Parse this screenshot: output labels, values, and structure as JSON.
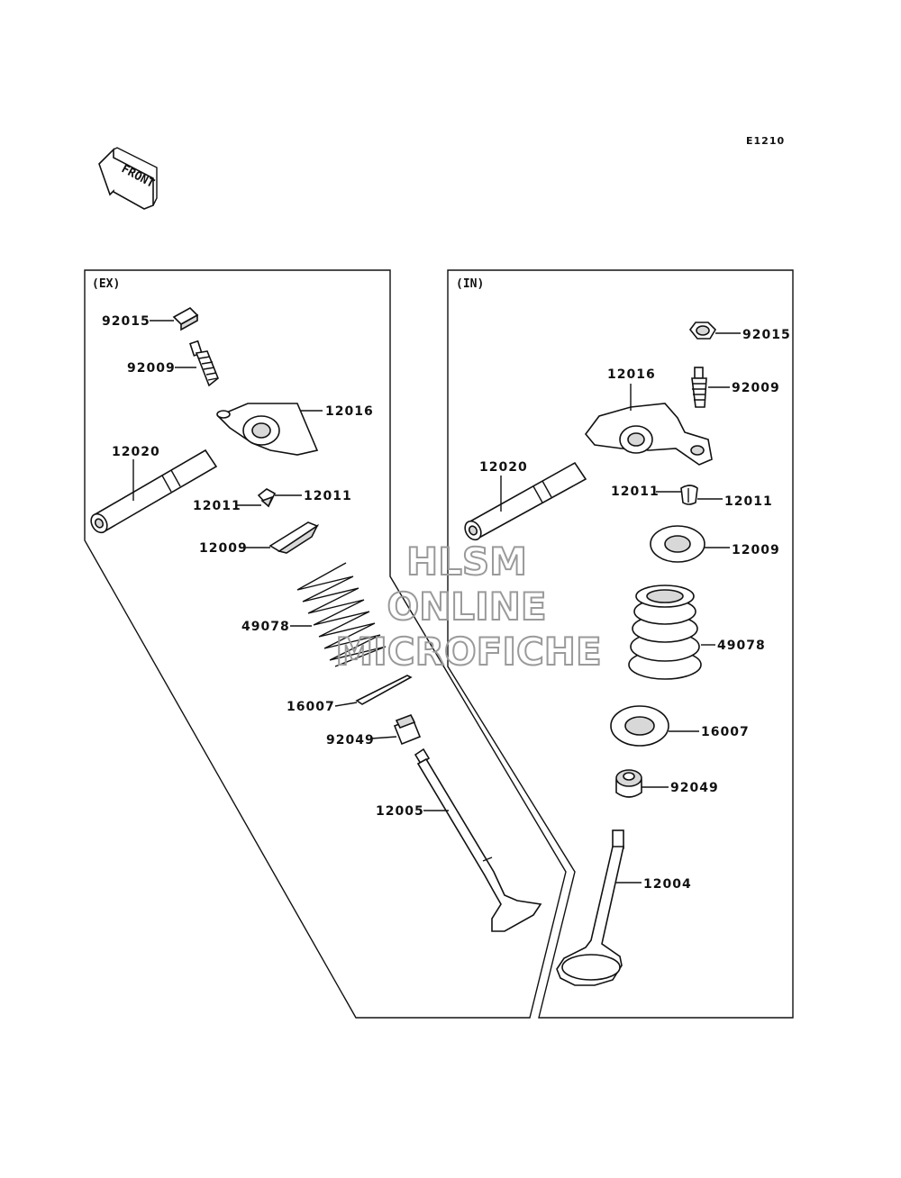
{
  "diagram_code": "E1210",
  "front_label": "FRONT",
  "sections": {
    "exhaust": {
      "label": "(EX)",
      "parts": {
        "nut": "92015",
        "adjuster_screw": "92009",
        "rocker_arm": "12016",
        "rocker_shaft": "12020",
        "cotter_left": "12011",
        "cotter_right": "12011",
        "retainer": "12009",
        "spring": "49078",
        "spring_seat": "16007",
        "stem_seal": "92049",
        "valve": "12005"
      }
    },
    "intake": {
      "label": "(IN)",
      "parts": {
        "nut": "92015",
        "adjuster_screw": "92009",
        "rocker_arm": "12016",
        "rocker_shaft": "12020",
        "cotter_left": "12011",
        "cotter_right": "12011",
        "retainer": "12009",
        "spring": "49078",
        "spring_seat": "16007",
        "stem_seal": "92049",
        "valve": "12004"
      }
    }
  },
  "watermark": {
    "line1": "HLSM",
    "line2": "ONLINE",
    "line3": "MICROFICHE"
  }
}
